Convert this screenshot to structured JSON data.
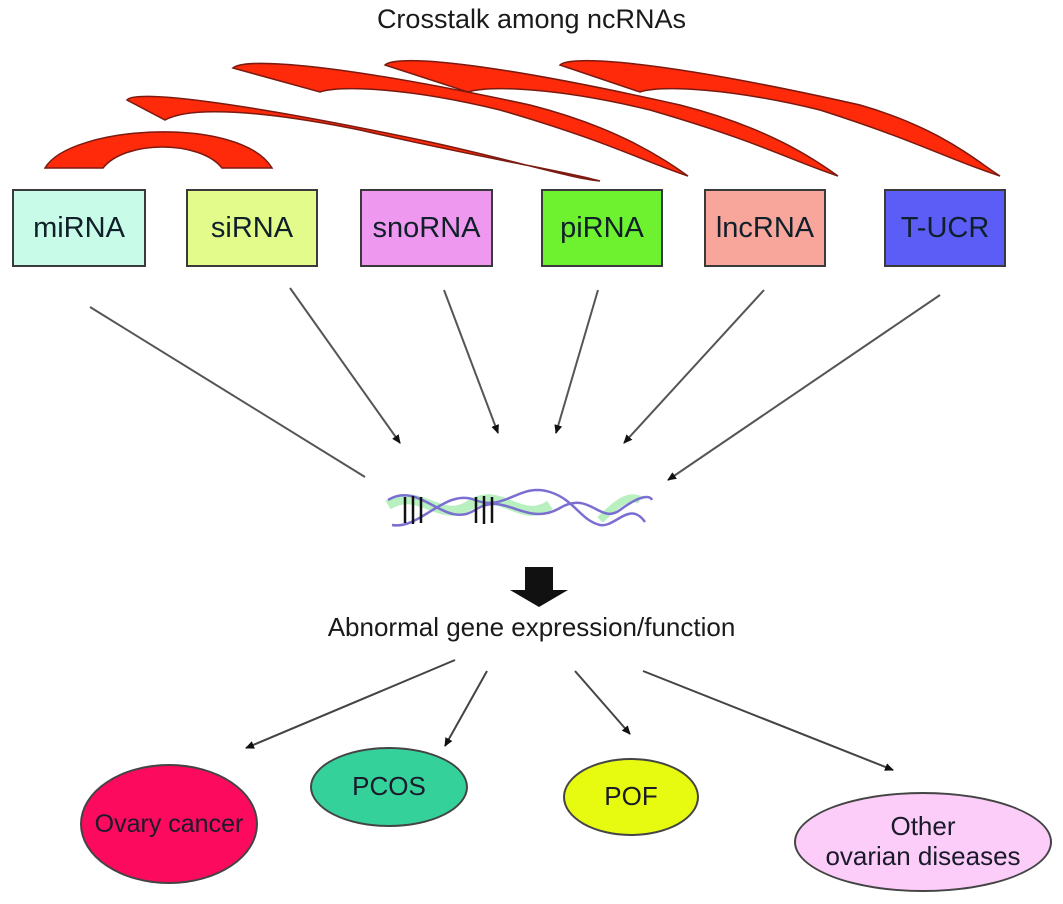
{
  "title": "Crosstalk among ncRNAs",
  "ncrnas": [
    {
      "label": "miRNA",
      "color": "#c9fbe9"
    },
    {
      "label": "siRNA",
      "color": "#e3fb8a"
    },
    {
      "label": "snoRNA",
      "color": "#ef98f0"
    },
    {
      "label": "piRNA",
      "color": "#6ef230"
    },
    {
      "label": "lncRNA",
      "color": "#f8a59b"
    },
    {
      "label": "T-UCR",
      "color": "#5c5cf6"
    }
  ],
  "crosstalk_arc_color": "#ff2a0a",
  "dna_icon": "dna-double-helix-icon",
  "center_label": "Abnormal gene expression/function",
  "diseases": [
    {
      "label": "Ovary cancer",
      "color": "#fb0a5e"
    },
    {
      "label": "PCOS",
      "color": "#35d19b"
    },
    {
      "label": "POF",
      "color": "#e6fb10"
    },
    {
      "label": "Other ovarian diseases",
      "line1": "Other",
      "line2": "ovarian diseases",
      "color": "#fbcdf8"
    }
  ]
}
